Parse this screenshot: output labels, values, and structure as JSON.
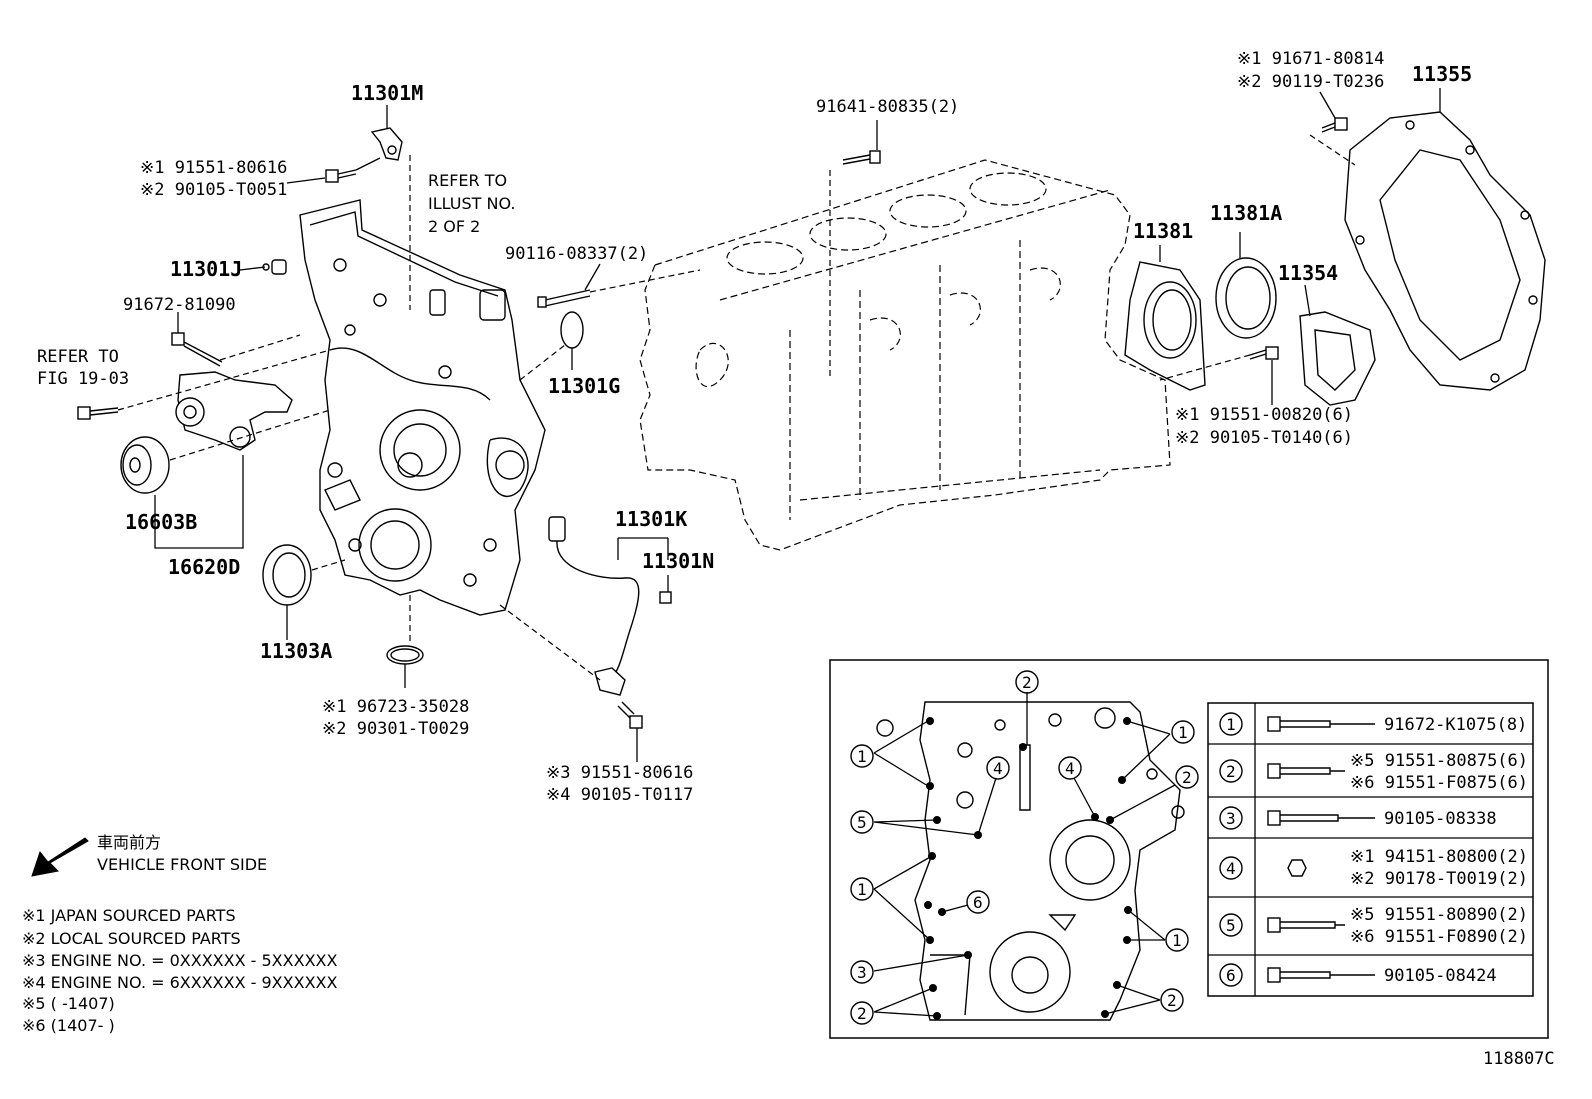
{
  "callouts": {
    "p11301M": "11301M",
    "bolt_top_a": "※1 91551-80616",
    "bolt_top_b": "※2 90105-T0051",
    "refer_illust_1": "REFER TO",
    "refer_illust_2": "ILLUST NO.",
    "refer_illust_3": "2 OF 2",
    "p11301J": "11301J",
    "p91672_81090": "91672-81090",
    "refer_fig_1": "REFER TO",
    "refer_fig_2": "FIG 19-03",
    "p16603B": "16603B",
    "p16620D": "16620D",
    "p11303A": "11303A",
    "gasket_a": "※1 96723-35028",
    "gasket_b": "※2 90301-T0029",
    "p90116": "90116-08337(2)",
    "p11301G": "11301G",
    "p91641": "91641-80835(2)",
    "p11301K": "11301K",
    "p11301N": "11301N",
    "sensor_bolt_a": "※3 91551-80616",
    "sensor_bolt_b": "※4 90105-T0117",
    "p11381": "11381",
    "p11381A": "11381A",
    "p11354": "11354",
    "p11355": "11355",
    "plate_bolt_a": "※1 91671-80814",
    "plate_bolt_b": "※2 90119-T0236",
    "seal_bolt_a": "※1 91551-00820(6)",
    "seal_bolt_b": "※2 90105-T0140(6)"
  },
  "front": {
    "jp": "車両前方",
    "en": "VEHICLE FRONT SIDE"
  },
  "legend_notes": [
    "※1 JAPAN SOURCED PARTS",
    "※2 LOCAL SOURCED PARTS",
    "※3 ENGINE NO. = 0XXXXXX - 5XXXXXX",
    "※4 ENGINE NO. = 6XXXXXX - 9XXXXXX",
    "※5 (     -1407)",
    "※6 (1407-     )"
  ],
  "bolt_table": [
    {
      "num": "1",
      "lines": [
        "91672-K1075(8)"
      ]
    },
    {
      "num": "2",
      "lines": [
        "※5 91551-80875(6)",
        "※6 91551-F0875(6)"
      ]
    },
    {
      "num": "3",
      "lines": [
        "90105-08338"
      ]
    },
    {
      "num": "4",
      "lines": [
        "※1 94151-80800(2)",
        "※2 90178-T0019(2)"
      ]
    },
    {
      "num": "5",
      "lines": [
        "※5 91551-80890(2)",
        "※6 91551-F0890(2)"
      ]
    },
    {
      "num": "6",
      "lines": [
        "90105-08424"
      ]
    }
  ],
  "inset_labels": [
    "2",
    "1",
    "1",
    "4",
    "4",
    "2",
    "5",
    "1",
    "6",
    "1",
    "3",
    "2",
    "2"
  ],
  "figure_id": "118807C"
}
